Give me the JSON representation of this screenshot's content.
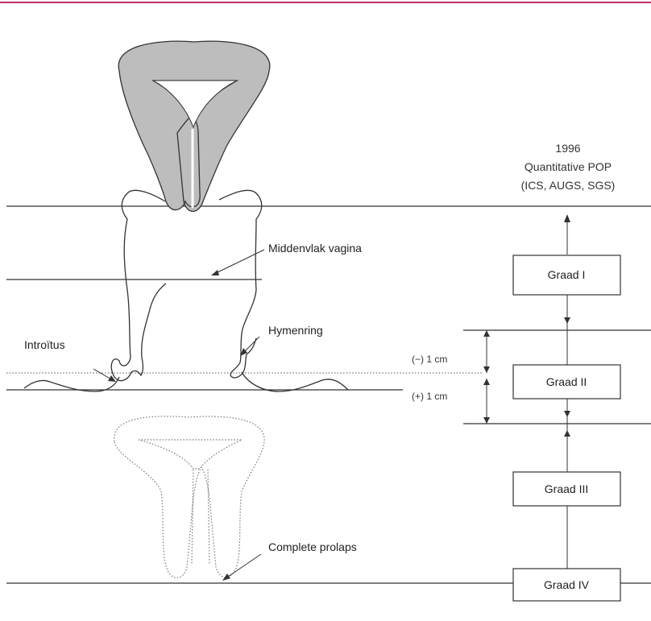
{
  "header": {
    "year": "1996",
    "title": "Quantitative POP",
    "orgs": "(ICS, AUGS, SGS)"
  },
  "labels": {
    "middenvlak": "Middenvlak vagina",
    "hymenring": "Hymenring",
    "introitus": "Introïtus",
    "complete_prolaps": "Complete prolaps",
    "minus_cm": "(−) 1 cm",
    "plus_cm": "(+) 1 cm"
  },
  "grades": [
    {
      "label": "Graad I"
    },
    {
      "label": "Graad II"
    },
    {
      "label": "Graad III"
    },
    {
      "label": "Graad IV"
    }
  ],
  "colors": {
    "accent_rule": "#c0306a",
    "uterus_fill": "#bdbdbd",
    "line": "#333333",
    "dotted_uterus": "#777777"
  }
}
